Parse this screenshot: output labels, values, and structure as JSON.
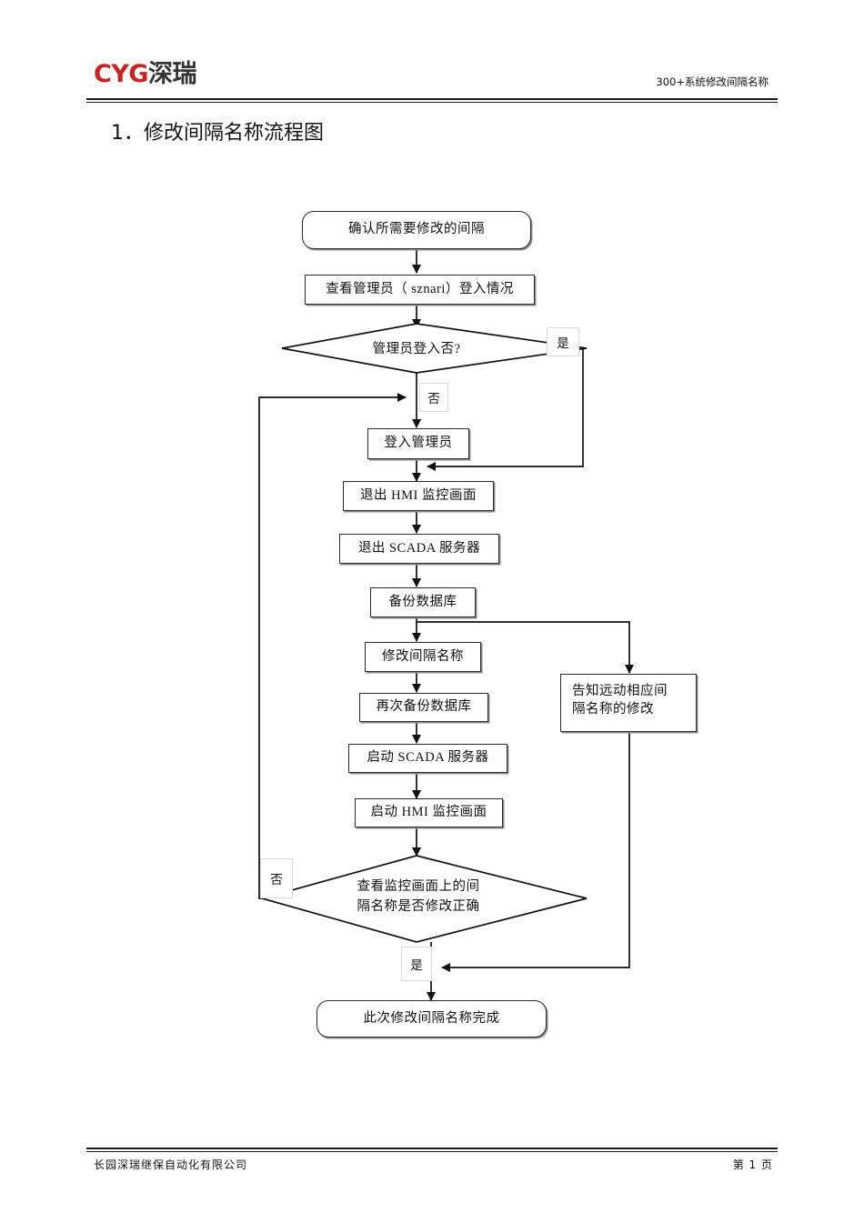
{
  "header": {
    "logo_mark": "CYG",
    "logo_name": "深瑞",
    "logo_color": "#cc2222",
    "doc_ref": "300+系统修改间隔名称"
  },
  "title": "1．修改间隔名称流程图",
  "flowchart": {
    "nodes": [
      {
        "id": "start",
        "shape": "rounded",
        "label": "确认所需要修改的间隔"
      },
      {
        "id": "check-admin",
        "shape": "rect",
        "label": "查看管理员（ sznari）登入情况"
      },
      {
        "id": "admin-q",
        "shape": "diamond",
        "label": "管理员登入否?"
      },
      {
        "id": "login",
        "shape": "rect",
        "label": "登入管理员"
      },
      {
        "id": "exit-hmi",
        "shape": "rect",
        "label": "退出 HMI 监控画面"
      },
      {
        "id": "exit-scada",
        "shape": "rect",
        "label": "退出 SCADA 服务器"
      },
      {
        "id": "backup",
        "shape": "rect",
        "label": "备份数据库"
      },
      {
        "id": "rename",
        "shape": "rect",
        "label": "修改间隔名称"
      },
      {
        "id": "backup2",
        "shape": "rect",
        "label": "再次备份数据库"
      },
      {
        "id": "start-scada",
        "shape": "rect",
        "label": "启动 SCADA 服务器"
      },
      {
        "id": "start-hmi",
        "shape": "rect",
        "label": "启动 HMI 监控画面"
      },
      {
        "id": "notify",
        "shape": "rect",
        "label_line1": "告知远动相应间",
        "label_line2": "隔名称的修改"
      },
      {
        "id": "verify-q",
        "shape": "diamond",
        "label_line1": "查看监控画面上的间",
        "label_line2": "隔名称是否修改正确"
      },
      {
        "id": "end",
        "shape": "rounded",
        "label": "此次修改间隔名称完成"
      }
    ],
    "branch_labels": {
      "admin_yes": "是",
      "admin_no": "否",
      "verify_no": "否",
      "verify_yes": "是"
    }
  },
  "footer": {
    "company": "长园深瑞继保自动化有限公司",
    "page": "第 1 页"
  }
}
